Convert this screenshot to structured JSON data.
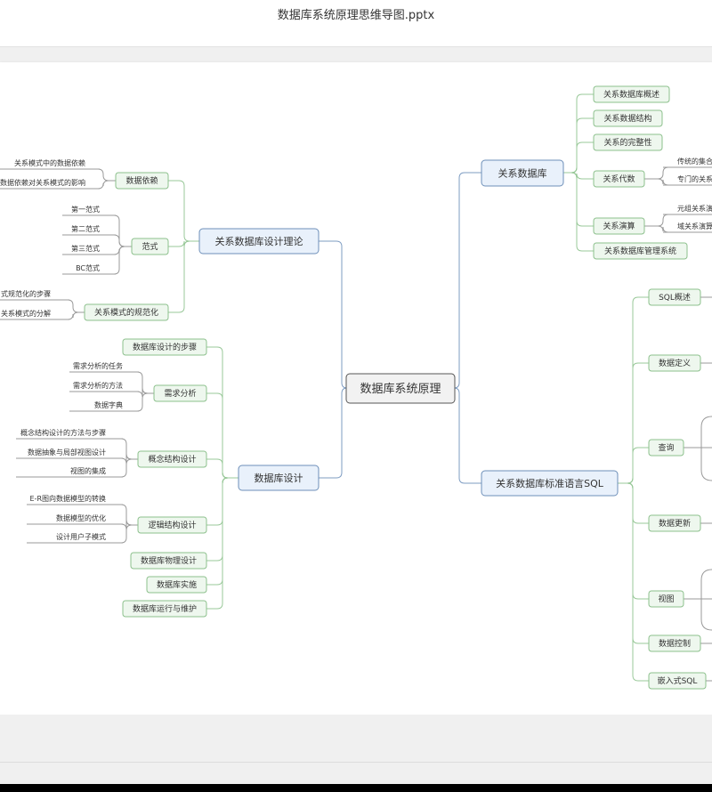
{
  "window": {
    "title": "数据库系统原理思维导图.pptx"
  },
  "mindmap": {
    "root": "数据库系统原理",
    "right": [
      {
        "label": "关系数据库",
        "children": [
          {
            "label": "关系数据库概述"
          },
          {
            "label": "关系数据结构"
          },
          {
            "label": "关系的完整性"
          },
          {
            "label": "关系代数",
            "children": [
              "传统的集合",
              "专门的关系"
            ]
          },
          {
            "label": "关系演算",
            "children": [
              "元组关系演",
              "域关系演算"
            ]
          },
          {
            "label": "关系数据库管理系统"
          }
        ]
      },
      {
        "label": "关系数据库标准语言SQL",
        "children": [
          {
            "label": "SQL概述"
          },
          {
            "label": "数据定义"
          },
          {
            "label": "查询"
          },
          {
            "label": "数据更新"
          },
          {
            "label": "视图"
          },
          {
            "label": "数据控制"
          },
          {
            "label": "嵌入式SQL"
          }
        ]
      }
    ],
    "left": [
      {
        "label": "关系数据库设计理论",
        "children": [
          {
            "label": "数据依赖",
            "children": [
              "关系模式中的数据依赖",
              "数据依赖对关系模式的影响"
            ]
          },
          {
            "label": "范式",
            "children": [
              "第一范式",
              "第二范式",
              "第三范式",
              "BC范式"
            ]
          },
          {
            "label": "关系模式的规范化",
            "children": [
              "式规范化的步骤",
              "关系模式的分解"
            ]
          }
        ]
      },
      {
        "label": "数据库设计",
        "children": [
          {
            "label": "数据库设计的步骤"
          },
          {
            "label": "需求分析",
            "children": [
              "需求分析的任务",
              "需求分析的方法",
              "数据字典"
            ]
          },
          {
            "label": "概念结构设计",
            "children": [
              "概念结构设计的方法与步骤",
              "数据抽象与局部视图设计",
              "视图的集成"
            ]
          },
          {
            "label": "逻辑结构设计",
            "children": [
              "E-R图向数据模型的转换",
              "数据模型的优化",
              "设计用户子模式"
            ]
          },
          {
            "label": "数据库物理设计"
          },
          {
            "label": "数据库实施"
          },
          {
            "label": "数据库运行与维护"
          }
        ]
      }
    ]
  },
  "colors": {
    "root_fill": "#f2f2f2",
    "root_stroke": "#555555",
    "blue_fill": "#e9f1fb",
    "blue_stroke": "#6d8fb8",
    "blue_line": "#7d9cc2",
    "green_fill": "#eef7ee",
    "green_stroke": "#8cc08c",
    "green_line": "#98c898",
    "leaf_line": "#9a9a9a"
  }
}
